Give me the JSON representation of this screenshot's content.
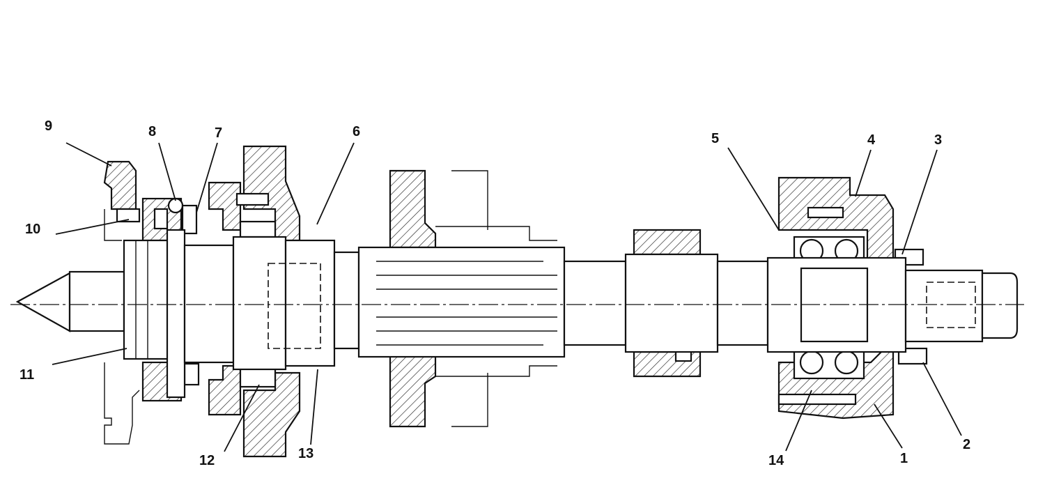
{
  "diagram": {
    "type": "spindle-assembly-cross-section",
    "labels": [
      "1",
      "2",
      "3",
      "4",
      "5",
      "6",
      "7",
      "8",
      "9",
      "10",
      "11",
      "12",
      "13",
      "14"
    ]
  }
}
